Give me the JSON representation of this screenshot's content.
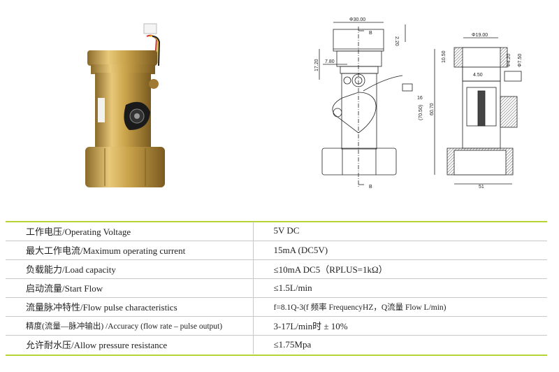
{
  "drawing": {
    "left_view": {
      "section_marker": "B",
      "dims": [
        "Φ30.00",
        "2.20",
        "17.20",
        "7.80",
        "16"
      ]
    },
    "right_view": {
      "dims": [
        "Φ19.00",
        "10.50",
        "Φ4.20",
        "Φ7.50",
        "4.50",
        "60.70",
        "(70.50)",
        "51"
      ]
    }
  },
  "specs": [
    {
      "label": "工作电压/Operating Voltage",
      "value": "5V DC"
    },
    {
      "label": "最大工作电流/Maximum operating current",
      "value": "15mA (DC5V)"
    },
    {
      "label": "负载能力/Load capacity",
      "value": "≤10mA DC5（RPLUS=1kΩ）"
    },
    {
      "label": "启动流量/Start Flow",
      "value": "≤1.5L/min"
    },
    {
      "label": "流量脉冲特性/Flow pulse characteristics",
      "value": "f=8.1Q-3(f 频率 FrequencyHZ，Q流量 Flow L/min)"
    },
    {
      "label": "精度(流量—脉冲输出) /Accuracy (flow rate – pulse output)",
      "value": "3-17L/min时 ± 10%"
    },
    {
      "label": "允许耐水压/Allow pressure resistance",
      "value": "≤1.75Mpa"
    }
  ],
  "colors": {
    "accent_line": "#b5d334",
    "brass": "#c9a24a",
    "grid": "#c8c8c8"
  }
}
